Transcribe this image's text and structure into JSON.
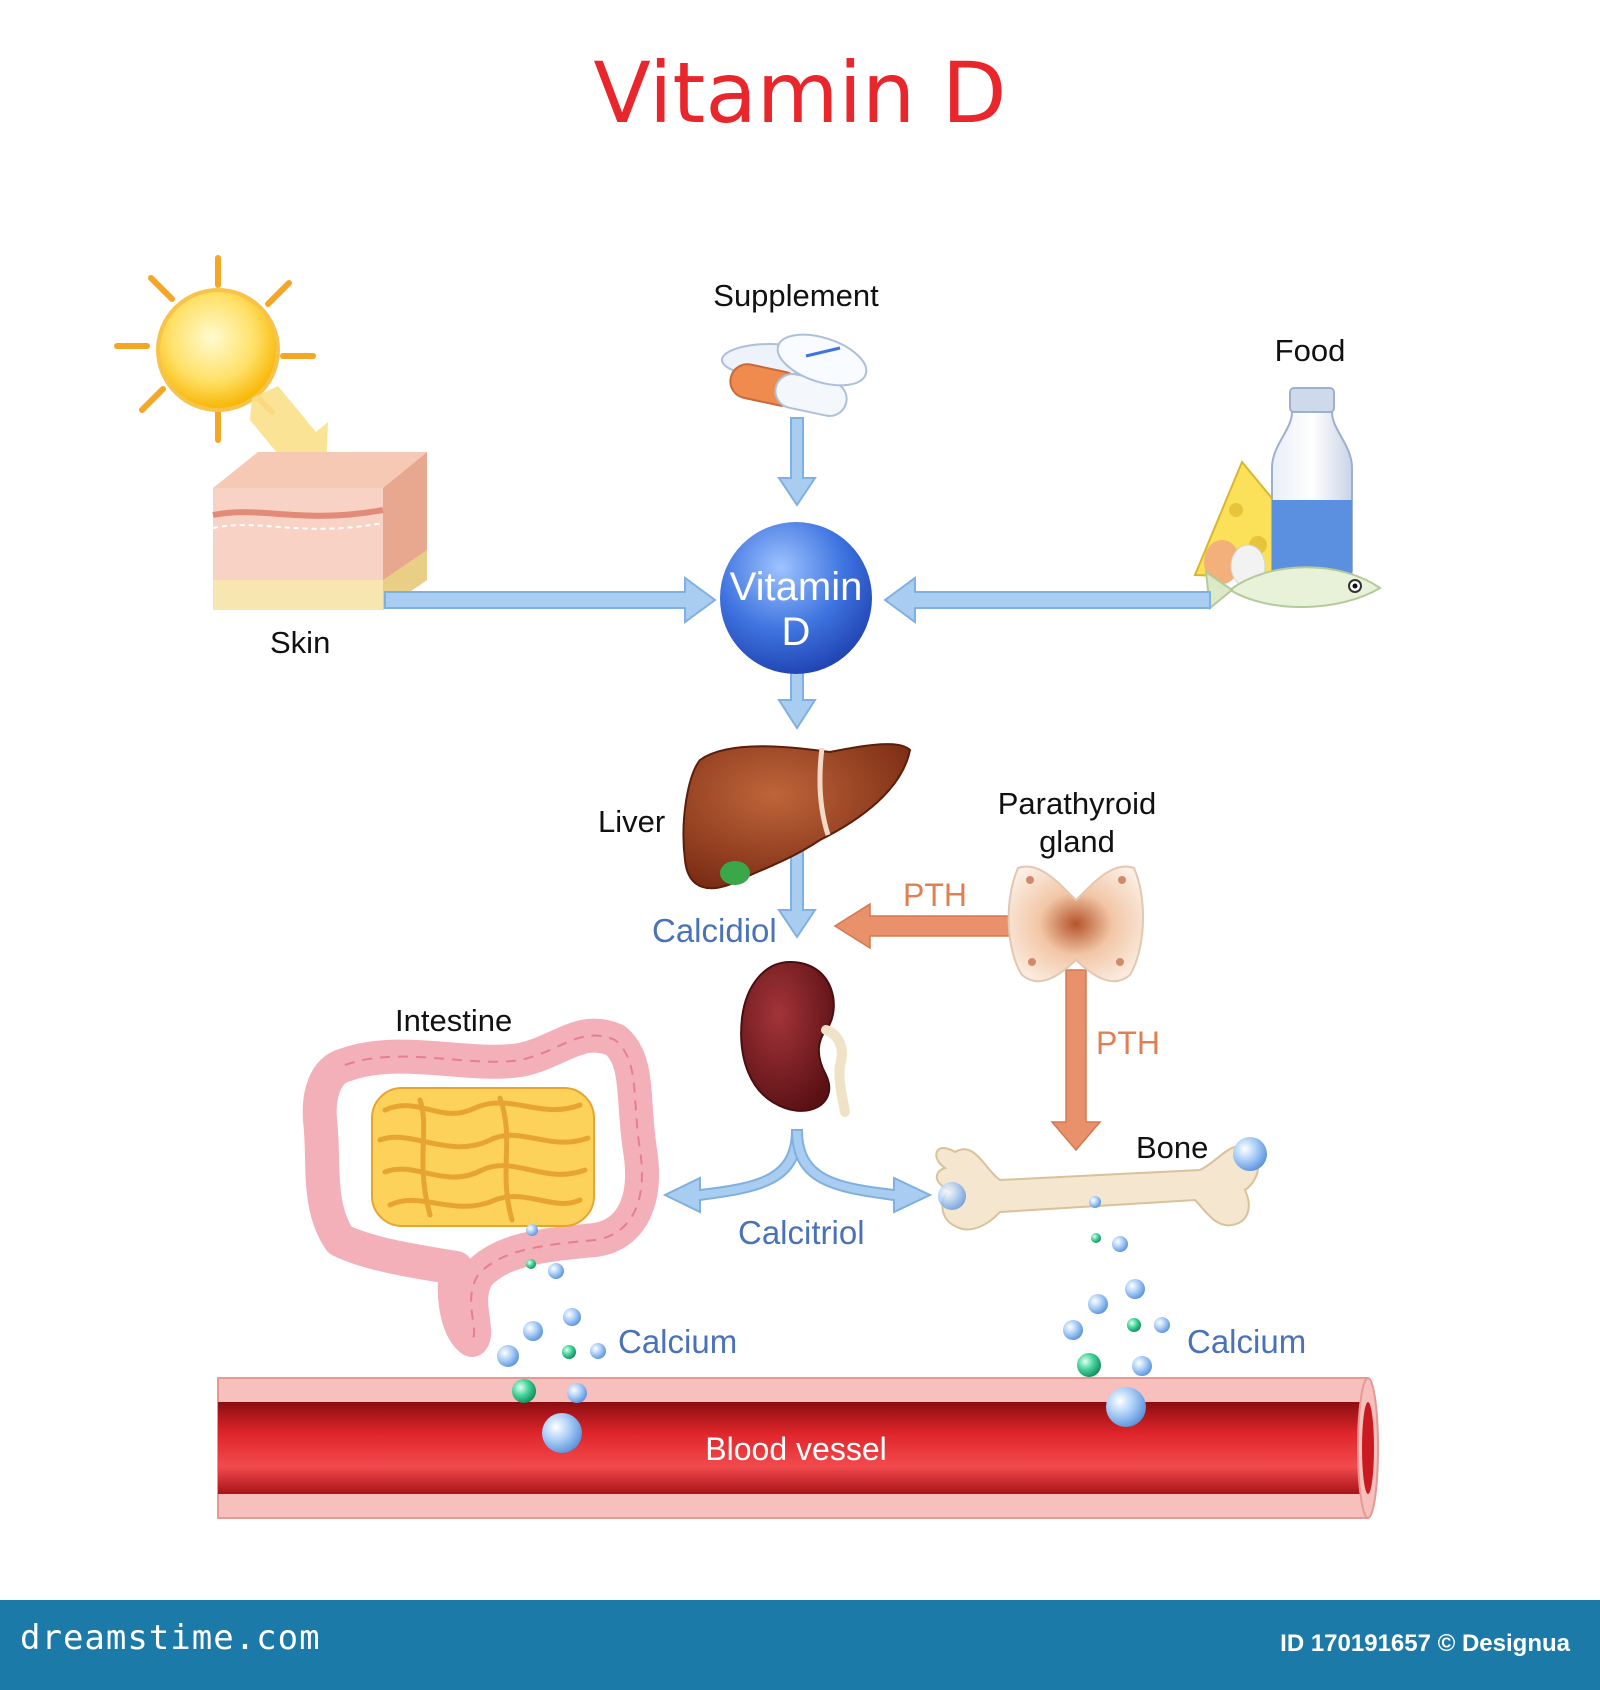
{
  "title": "Vitamin D",
  "labels": {
    "supplement": "Supplement",
    "food": "Food",
    "skin": "Skin",
    "vitamin_d_line1": "Vitamin",
    "vitamin_d_line2": "D",
    "liver": "Liver",
    "parathyroid_line1": "Parathyroid",
    "parathyroid_line2": "gland",
    "pth_left": "PTH",
    "pth_down": "PTH",
    "calcidiol": "Calcidiol",
    "intestine": "Intestine",
    "bone": "Bone",
    "calcitriol": "Calcitriol",
    "calcium_left": "Calcium",
    "calcium_right": "Calcium",
    "blood_vessel": "Blood vessel"
  },
  "footer": {
    "brand": "dreamstime.com",
    "credit": "ID 170191657 © Designua"
  },
  "colors": {
    "title": "#e8262c",
    "flow_arrow": "#a9cdf0",
    "pth_arrow": "#e8916a",
    "flow_text": "#4a72b8",
    "blood": "#d91a1f",
    "footer_bar": "#1b7aa8"
  }
}
